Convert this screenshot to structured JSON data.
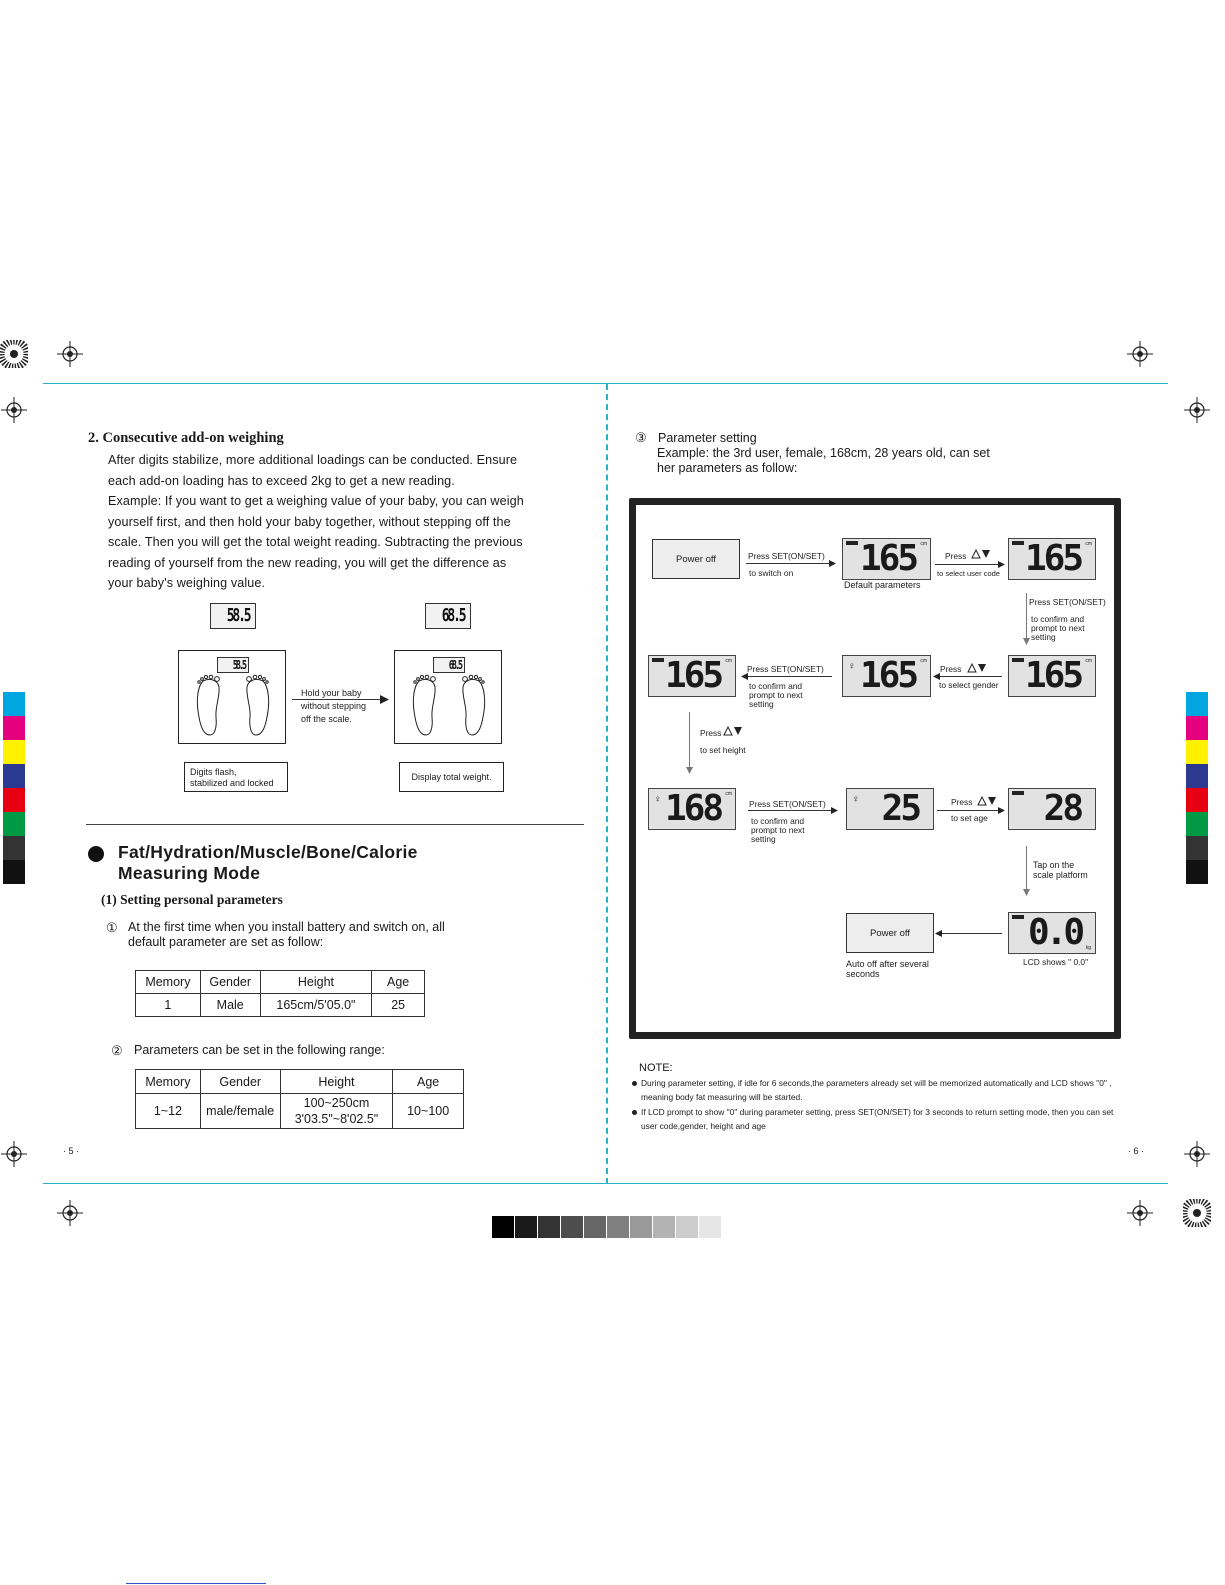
{
  "left_page": {
    "section2_title": "2. Consecutive add-on weighing",
    "section2_lines": [
      "After digits stabilize, more additional loadings can be conducted. Ensure",
      "each add-on loading has to exceed 2kg to get a new reading.",
      "Example: If you want to get a weighing value of your baby, you can weigh",
      "yourself first, and then hold your baby together, without stepping off the",
      "scale. Then you will get the total weight reading. Subtracting the previous",
      "reading of yourself from the new reading, you will get the difference as",
      "your baby's weighing value."
    ],
    "lcd_reading_1": "58.5",
    "lcd_reading_2": "68.5",
    "hold_caption": [
      "Hold your baby",
      "without stepping",
      "off the scale."
    ],
    "caption_left": [
      "Digits flash,",
      "stabilized and locked"
    ],
    "caption_right": "Display total weight.",
    "fat_title_line1": "Fat/Hydration/Muscle/Bone/Calorie",
    "fat_title_line2": "Measuring Mode",
    "sub1_title": "(1) Setting personal parameters",
    "item1_num": "①",
    "item1_lines": [
      "At the first time when you install battery and switch on, all",
      "default parameter are set as follow:"
    ],
    "default_table": {
      "headers": [
        "Memory",
        "Gender",
        "Height",
        "Age"
      ],
      "row": [
        "1",
        "Male",
        "165cm/5'05.0\"",
        "25"
      ]
    },
    "item2_num": "②",
    "item2_text": "Parameters can be set in the following range:",
    "range_table": {
      "headers": [
        "Memory",
        "Gender",
        "Height",
        "Age"
      ],
      "row": [
        "1~12",
        "male/female",
        "100~250cm",
        "10~100"
      ],
      "height_line2": "3'03.5\"~8'02.5\""
    },
    "page_number": "· 5 ·"
  },
  "right_page": {
    "item3_num": "③",
    "item3_title": "Parameter setting",
    "item3_lines": [
      "Example: the 3rd user, female, 168cm, 28 years old, can set",
      "her parameters as follow:"
    ],
    "diagram": {
      "power_off_1": "Power off",
      "press_set_1": "Press SET(ON/SET)",
      "to_switch_on": "to switch on",
      "lcd_a": "165",
      "default_params": "Default parameters",
      "press_1": "Press",
      "to_select_user": "to select user code",
      "lcd_b": "165",
      "press_set_2": "Press SET(ON/SET)",
      "confirm_2": [
        "to confirm and",
        "prompt to next",
        "setting"
      ],
      "lcd_c": "165",
      "press_2": "Press",
      "to_select_gender": "to select gender",
      "lcd_d": "165",
      "press_set_3": "Press SET(ON/SET)",
      "confirm_3": [
        "to confirm and",
        "prompt to next",
        "setting"
      ],
      "lcd_e": "165",
      "press_3": "Press",
      "to_set_height": "to set height",
      "lcd_f": "168",
      "press_set_4": "Press SET(ON/SET)",
      "confirm_4": [
        "to confirm and",
        "prompt to next",
        "setting"
      ],
      "lcd_g": "25",
      "press_4": "Press",
      "to_set_age": "to set age",
      "lcd_h": "28",
      "tap_platform": [
        "Tap on the",
        "scale platform"
      ],
      "lcd_i": "0.0",
      "lcd_shows": "LCD shows \" 0.0\"",
      "power_off_2": "Power off",
      "auto_off": [
        "Auto off after several",
        "seconds"
      ],
      "unit_cm": "cm",
      "unit_kg": "kg"
    },
    "note_title": "NOTE:",
    "note_1_line1": "During parameter setting, if idle for 6 seconds,the parameters already set will be memorized automatically and LCD shows  \"0\"  ,",
    "note_1_line2": "meaning body fat measuring will be started.",
    "note_2_line1": "If LCD prompt to show  \"0\"  during parameter setting, press SET(ON/SET) for 3 seconds to return setting mode, then you can set",
    "note_2_line2": "user code,gender, height and age",
    "page_number": "· 6 ·"
  },
  "colors": {
    "trim": "#2ab0c8",
    "cyan": "#00a6df",
    "magenta": "#e4007f",
    "yellow": "#fff100",
    "blue": "#2b3990",
    "red": "#e60012",
    "green": "#009944"
  }
}
